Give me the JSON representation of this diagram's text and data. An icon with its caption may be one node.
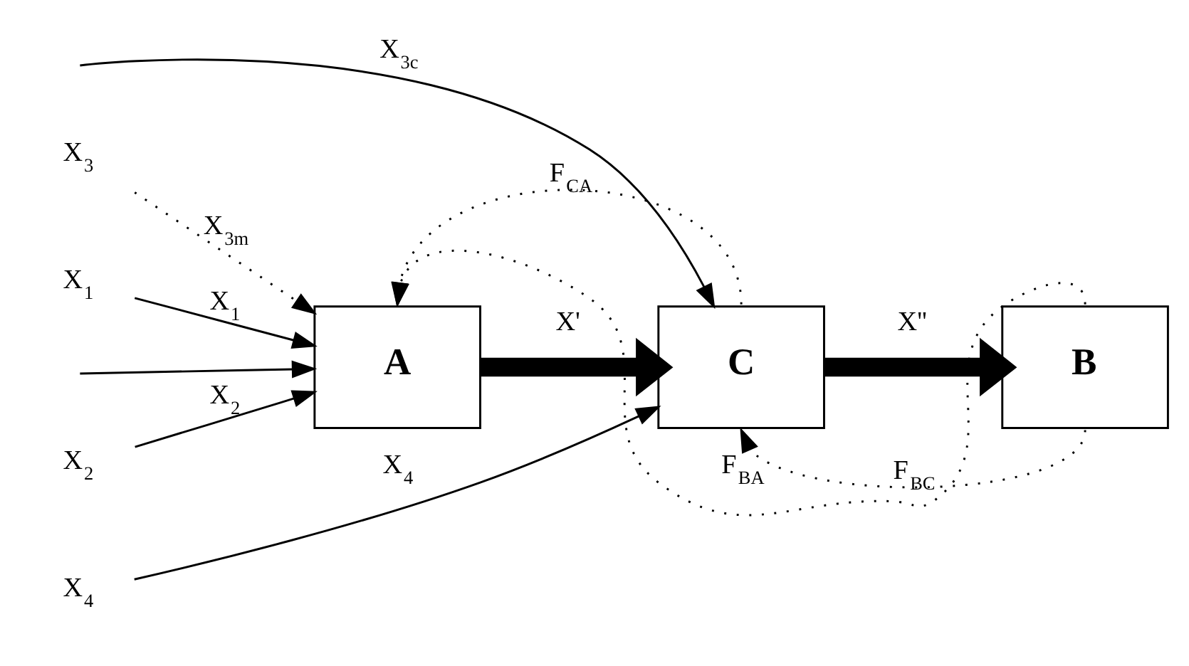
{
  "diagram": {
    "nodes": [
      {
        "text": [
          "X$_{1}$"
        ]
      },
      {
        "text": [
          "X$_{2}$"
        ]
      },
      {
        "text": [
          "X$_{3}$"
        ]
      },
      {
        "text": [
          "X$_{4}$"
        ]
      },
      {
        "text": [
          "A"
        ]
      },
      {
        "text": [
          "C"
        ]
      },
      {
        "text": [
          "B"
        ]
      }
    ],
    "edges": [
      {
        "from": 0,
        "to": 4,
        "arrow": "to",
        "label": "X$_{1}$"
      },
      {
        "from": 1,
        "to": 4,
        "arrow": "to",
        "label": "X$_{2}$"
      },
      {
        "from": null,
        "to": 4,
        "arrow": "to"
      },
      {
        "from": 2,
        "to": 4,
        "arrow": "to",
        "label": "X$_{3m}$",
        "style": "dashed"
      },
      {
        "from": null,
        "to": 5,
        "arrow": "to",
        "label": "X$_{3c}$"
      },
      {
        "from": 3,
        "to": 5,
        "arrow": "to",
        "label": "X$_{4}$"
      },
      {
        "from": 4,
        "to": 5,
        "arrow": "to",
        "label": "X'",
        "style": "thick"
      },
      {
        "from": 5,
        "to": 6,
        "arrow": "to",
        "label": "X''",
        "style": "thick"
      },
      {
        "from": 6,
        "to": 4,
        "arrow": "to",
        "label": "F$_{BA}$",
        "style": "dashed"
      },
      {
        "from": 5,
        "to": 4,
        "arrow": "to",
        "label": "F$_{CA}$",
        "style": "dashed"
      },
      {
        "from": 6,
        "to": 5,
        "arrow": "to",
        "label": "F$_{BC}$",
        "style": "dashed"
      }
    ]
  }
}
